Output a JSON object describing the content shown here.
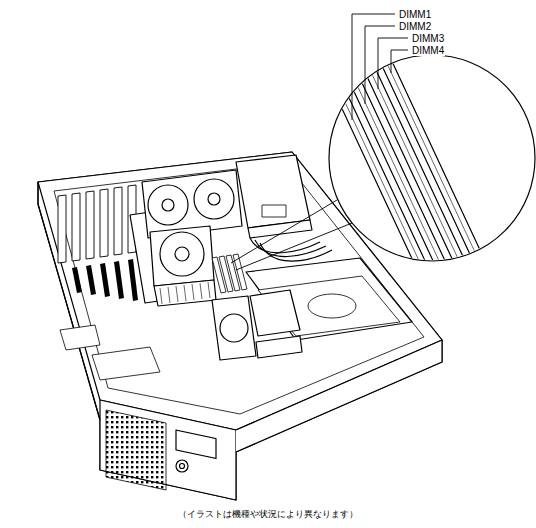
{
  "diagram": {
    "caption": "（イラストは機種や状況により異なります）",
    "labels": [
      "DIMM1",
      "DIMM2",
      "DIMM3",
      "DIMM4"
    ]
  }
}
